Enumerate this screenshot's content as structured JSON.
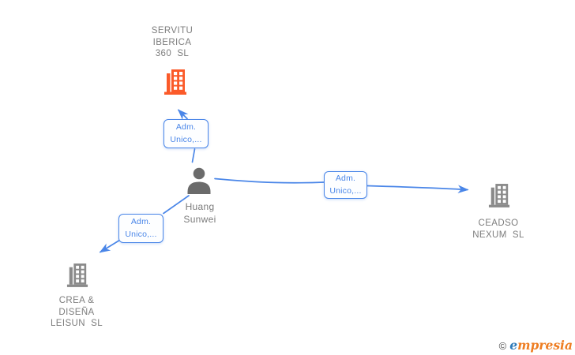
{
  "diagram": {
    "person": {
      "name": "Huang\nSunwei"
    },
    "companies": [
      {
        "id": "servitu",
        "name": "SERVITU\nIBERICA\n360  SL",
        "highlighted": true
      },
      {
        "id": "ceadso",
        "name": "CEADSO\nNEXUM  SL",
        "highlighted": false
      },
      {
        "id": "crea",
        "name": "CREA &\nDISEÑA\nLEISUN  SL",
        "highlighted": false
      }
    ],
    "edges": [
      {
        "from": "Huang Sunwei",
        "to": "SERVITU IBERICA 360 SL",
        "label": "Adm.\nUnico,..."
      },
      {
        "from": "Huang Sunwei",
        "to": "CEADSO NEXUM SL",
        "label": "Adm.\nUnico,..."
      },
      {
        "from": "Huang Sunwei",
        "to": "CREA & DISEÑA LEISUN SL",
        "label": "Adm.\nUnico,..."
      }
    ],
    "colors": {
      "edge_blue": "#4a86e8",
      "highlight_orange": "#fb5a29",
      "neutral_gray_icon": "#8a8a8a",
      "person_gray_icon": "#6b6b6b",
      "label_text_gray": "#7d7d7d"
    }
  },
  "watermark": {
    "copyright": "©",
    "brand_first_letter": "e",
    "brand_rest": "mpresia"
  }
}
